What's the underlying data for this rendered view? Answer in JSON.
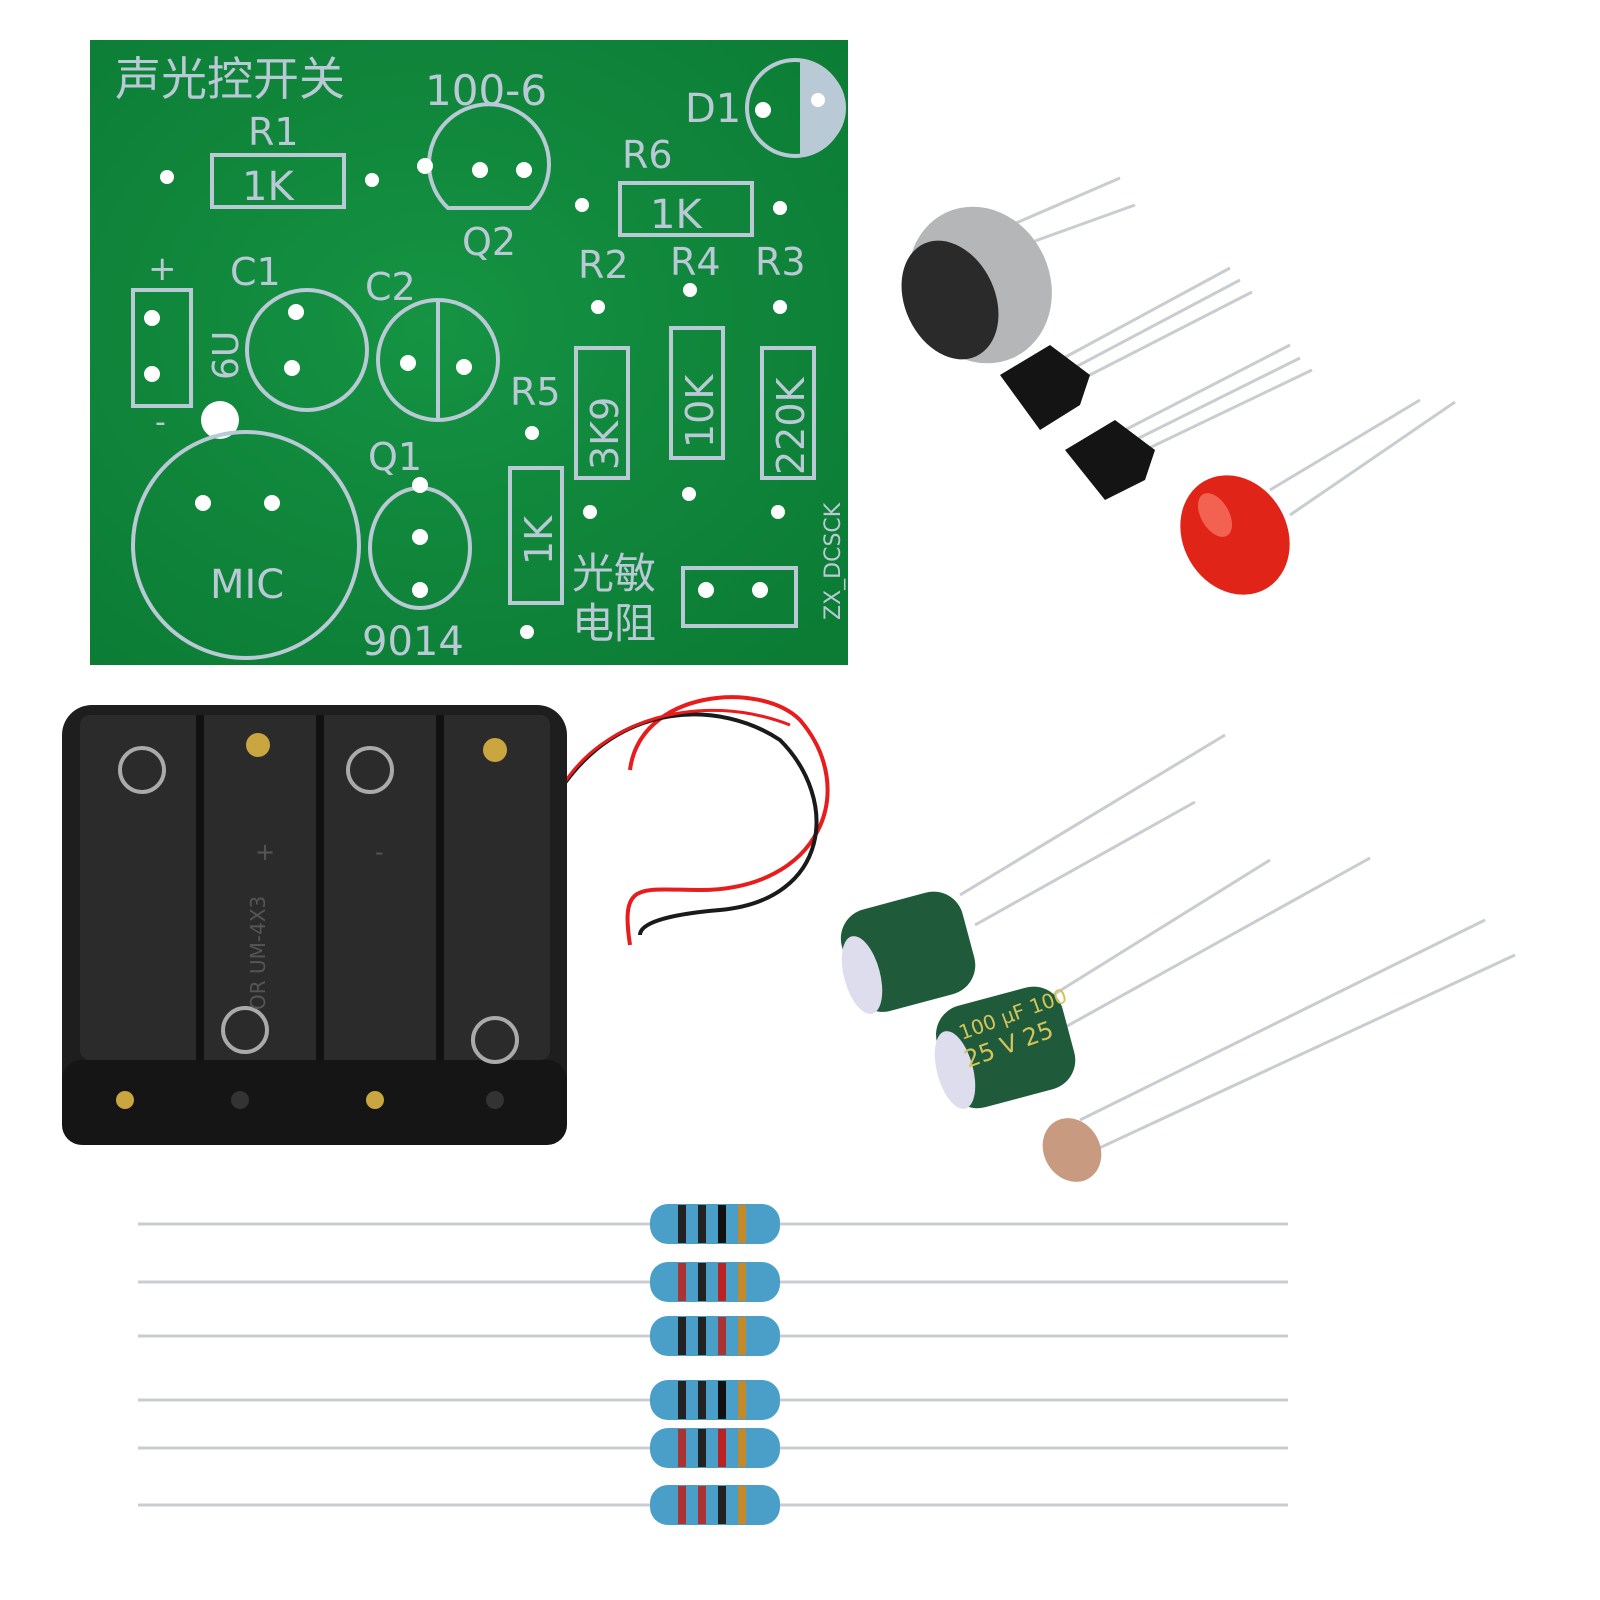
{
  "pcb": {
    "title": "声光控开关",
    "model": "100-6",
    "labels": {
      "r1": "R1",
      "r1_value": "1K",
      "q2": "Q2",
      "d1": "D1",
      "r6": "R6",
      "r6_value": "1K",
      "r2": "R2",
      "r4": "R4",
      "r3": "R3",
      "r2_value": "3K9",
      "r4_value": "10K",
      "r3_value": "220K",
      "r5": "R5",
      "r5_value": "1K",
      "c1": "C1",
      "c2": "C2",
      "voltage": "6U",
      "plus": "+",
      "minus": "-",
      "q1": "Q1",
      "q1_type": "9014",
      "mic": "MIC",
      "ldr_line1": "光敏",
      "ldr_line2": "电阻",
      "side_text": "ZX_DCSCK"
    },
    "colors": {
      "board": "#0e8a3c",
      "silkscreen": "#b9c9d6"
    }
  },
  "battery_holder": {
    "marking": "OR UM-4X3",
    "plus": "+",
    "minus": "-",
    "color": "#1c1c1c"
  },
  "capacitor": {
    "marking_line1": "100 μF 100",
    "marking_line2": "25 V 25",
    "color": "#1f5a3a"
  },
  "components": [
    "microphone",
    "transistor",
    "transistor",
    "red-led",
    "capacitor",
    "capacitor",
    "photoresistor",
    "resistor",
    "resistor",
    "resistor",
    "resistor",
    "resistor",
    "resistor"
  ]
}
